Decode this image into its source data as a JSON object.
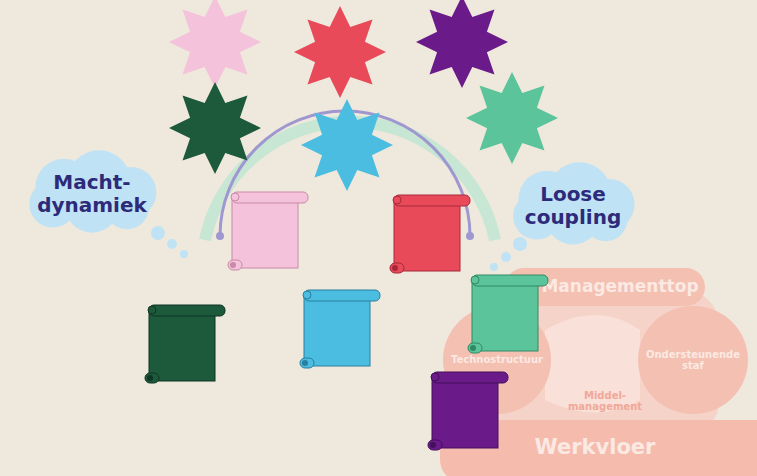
{
  "diagram": {
    "nodes": [
      {
        "text": [
          "Macht- dynamiek"
        ]
      },
      {
        "text": [
          "Loose coupling"
        ]
      },
      {
        "text": [
          "Managementtop"
        ]
      },
      {
        "text": [
          "Technostructuur"
        ]
      },
      {
        "text": [
          "Ondersteunende staf"
        ]
      },
      {
        "text": [
          "Middel- management"
        ]
      },
      {
        "text": [
          "Werkvloer"
        ]
      }
    ]
  }
}
